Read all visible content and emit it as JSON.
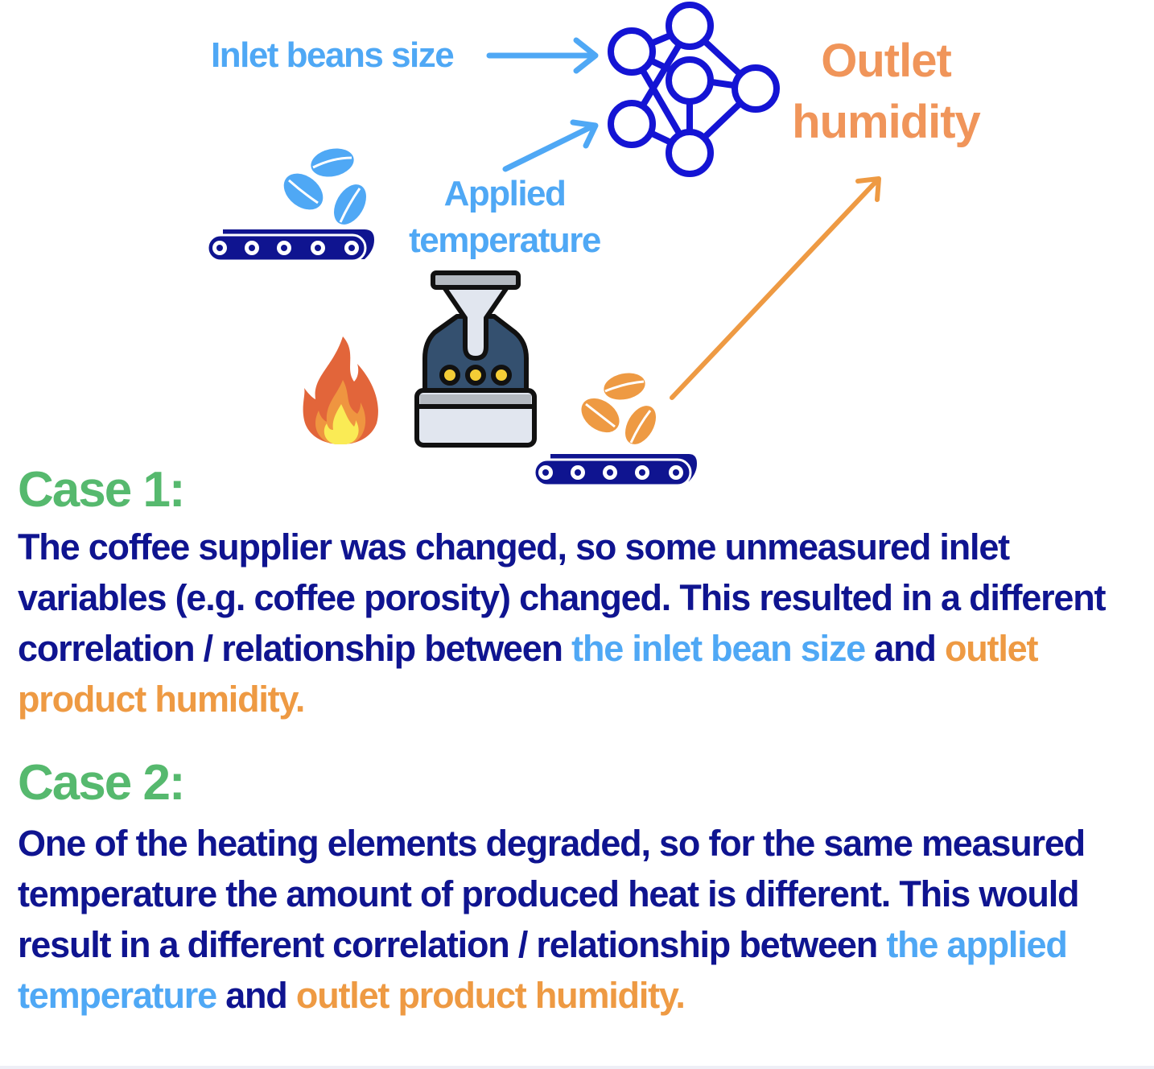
{
  "diagram": {
    "inputs": [
      {
        "label": "Inlet beans size"
      },
      {
        "label": "Applied temperature"
      }
    ],
    "output": {
      "label": "Outlet humidity"
    },
    "model_icon": "neural-network-icon",
    "icons": [
      "coffee-beans-inlet-icon",
      "conveyor-belt-icon",
      "fire-icon",
      "coffee-roaster-icon",
      "roasted-beans-icon"
    ],
    "colors": {
      "input": "#4fa8f5",
      "output": "#f0955a",
      "network": "#1414d4",
      "conveyor": "#0f1490",
      "title": "#56b96e",
      "body": "#0f1490"
    }
  },
  "cases": [
    {
      "title": "Case 1:",
      "body_before": "The coffee supplier was changed, so some unmeasured inlet variables (e.g. coffee porosity) changed. This resulted in a different correlation / relationship between ",
      "highlight_input": "the inlet bean size",
      "connector": " and ",
      "highlight_output": "outlet product humidity."
    },
    {
      "title": "Case 2:",
      "body_before": "One of the heating elements degraded, so for the same measured temperature the amount of produced heat is different. This would result in a different correlation / relationship between ",
      "highlight_input": "the applied temperature",
      "connector": " and ",
      "highlight_output": "outlet product humidity."
    }
  ]
}
